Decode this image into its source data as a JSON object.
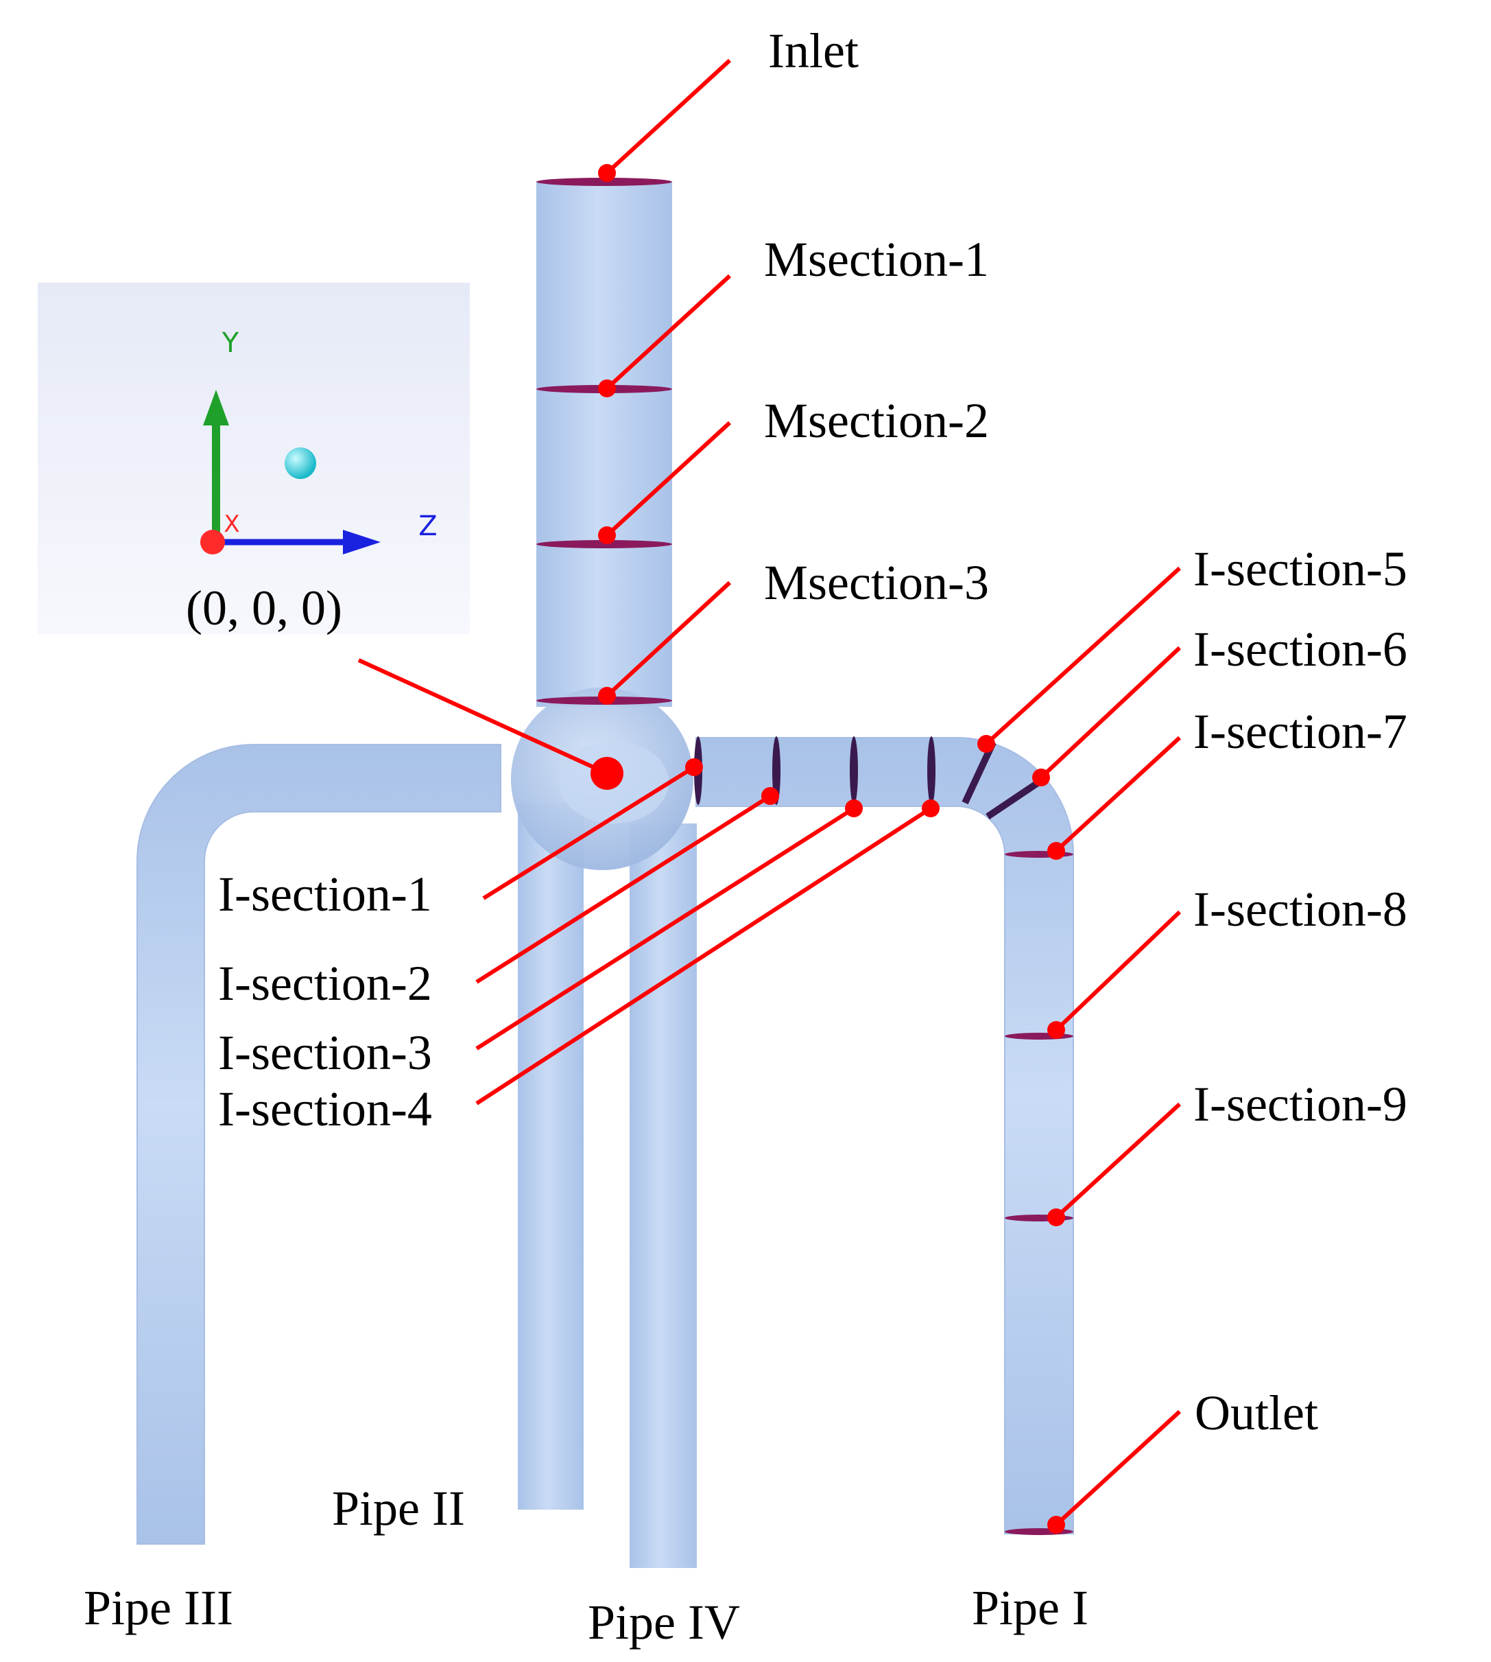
{
  "colors": {
    "pipe": "#b6cdee",
    "pipe_edge": "#9db7df",
    "leader": "#ff0000",
    "section_ring": "#8a1a5c",
    "axis_y": "#1fa02a",
    "axis_z": "#1a22e0",
    "axis_x": "#ff2a2a",
    "axis_marker": "#22c8d8",
    "inset_bg": "#eef1fb"
  },
  "axes_inset": {
    "y_label": "Y",
    "z_label": "Z",
    "x_label": "X",
    "origin_label": "(0, 0, 0)"
  },
  "sections": [
    {
      "id": "inlet",
      "label": "Inlet"
    },
    {
      "id": "msection-1",
      "label": "Msection-1"
    },
    {
      "id": "msection-2",
      "label": "Msection-2"
    },
    {
      "id": "msection-3",
      "label": "Msection-3"
    },
    {
      "id": "i-section-1",
      "label": "I-section-1"
    },
    {
      "id": "i-section-2",
      "label": "I-section-2"
    },
    {
      "id": "i-section-3",
      "label": "I-section-3"
    },
    {
      "id": "i-section-4",
      "label": "I-section-4"
    },
    {
      "id": "i-section-5",
      "label": "I-section-5"
    },
    {
      "id": "i-section-6",
      "label": "I-section-6"
    },
    {
      "id": "i-section-7",
      "label": "I-section-7"
    },
    {
      "id": "i-section-8",
      "label": "I-section-8"
    },
    {
      "id": "i-section-9",
      "label": "I-section-9"
    },
    {
      "id": "outlet",
      "label": "Outlet"
    }
  ],
  "pipes": [
    {
      "id": "pipe-i",
      "label": "Pipe I"
    },
    {
      "id": "pipe-ii",
      "label": "Pipe II"
    },
    {
      "id": "pipe-iii",
      "label": "Pipe III"
    },
    {
      "id": "pipe-iv",
      "label": "Pipe IV"
    }
  ]
}
